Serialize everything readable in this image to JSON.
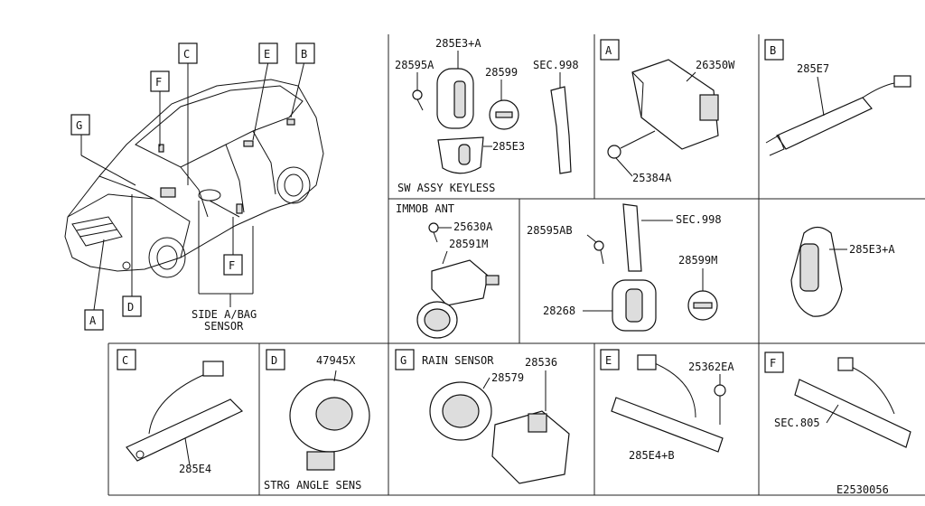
{
  "callouts": {
    "A": "A",
    "B": "B",
    "C": "C",
    "D": "D",
    "E": "E",
    "F": "F",
    "G": "G"
  },
  "vehicle": {
    "side_airbag_line1": "SIDE A/BAG",
    "side_airbag_line2": "SENSOR"
  },
  "keyless": {
    "p1": "285E3+A",
    "p2": "28595A",
    "p3": "28599",
    "p4": "SEC.998",
    "p5": "285E3",
    "title": "SW ASSY KEYLESS"
  },
  "panel_a": {
    "p1": "26350W",
    "p2": "25384A"
  },
  "panel_b": {
    "p1": "285E7"
  },
  "immob": {
    "title": "IMMOB ANT",
    "p1": "25630A",
    "p2": "28591M"
  },
  "key": {
    "p1": "28595AB",
    "p2": "SEC.998",
    "p3": "28599M",
    "p4": "28268"
  },
  "fob": {
    "p1": "285E3+A"
  },
  "panel_c": {
    "p1": "285E4"
  },
  "panel_d": {
    "p1": "47945X",
    "title": "STRG ANGLE SENS"
  },
  "panel_g": {
    "title": "RAIN SENSOR",
    "p1": "28536",
    "p2": "28579"
  },
  "panel_e": {
    "p1": "25362EA",
    "p2": "285E4+B"
  },
  "panel_f": {
    "p1": "SEC.805"
  },
  "diagram_id": "E2530056"
}
